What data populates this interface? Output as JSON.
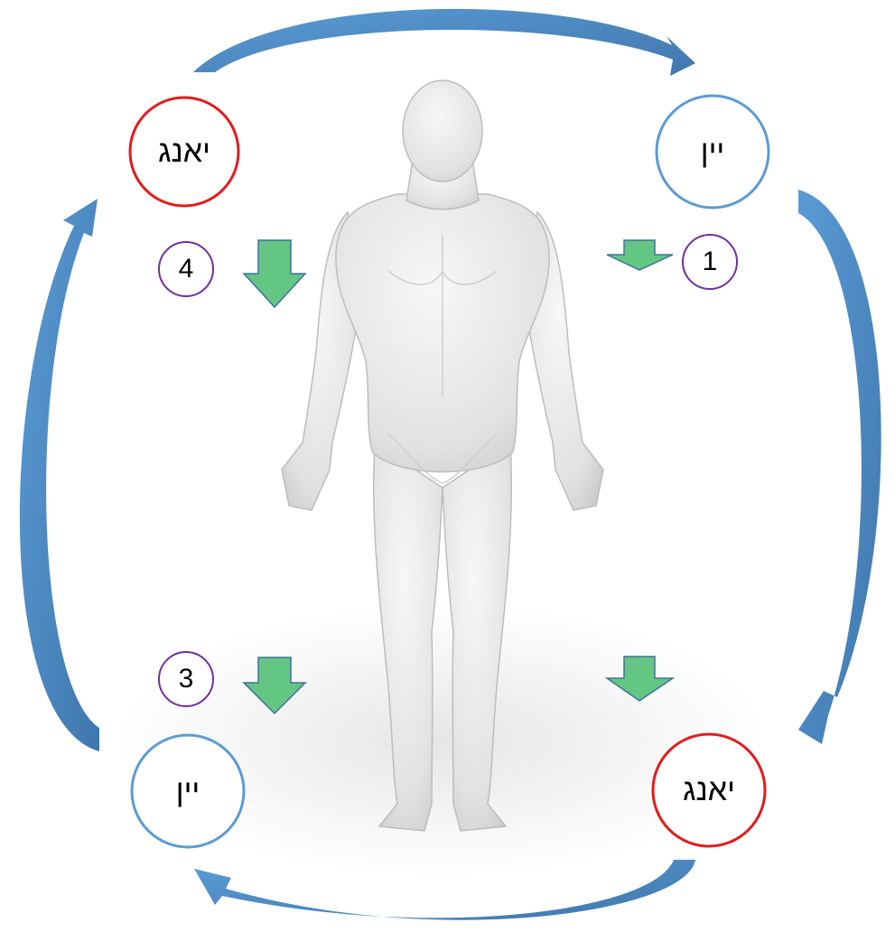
{
  "nodes": {
    "top_left": {
      "label": "יאנג",
      "type": "yang"
    },
    "top_right": {
      "label": "יין",
      "type": "yin"
    },
    "bottom_left": {
      "label": "יין",
      "type": "yin"
    },
    "bottom_right": {
      "label": "יאנג",
      "type": "yang"
    }
  },
  "steps": {
    "top_left": "4",
    "top_right": "1",
    "bottom_left": "3"
  },
  "colors": {
    "yang": "#e31b1b",
    "yin": "#5b9bd5",
    "step_ring": "#7030a0",
    "green_arrow": "#63c683",
    "cycle_arrow": "#4a86c4"
  }
}
